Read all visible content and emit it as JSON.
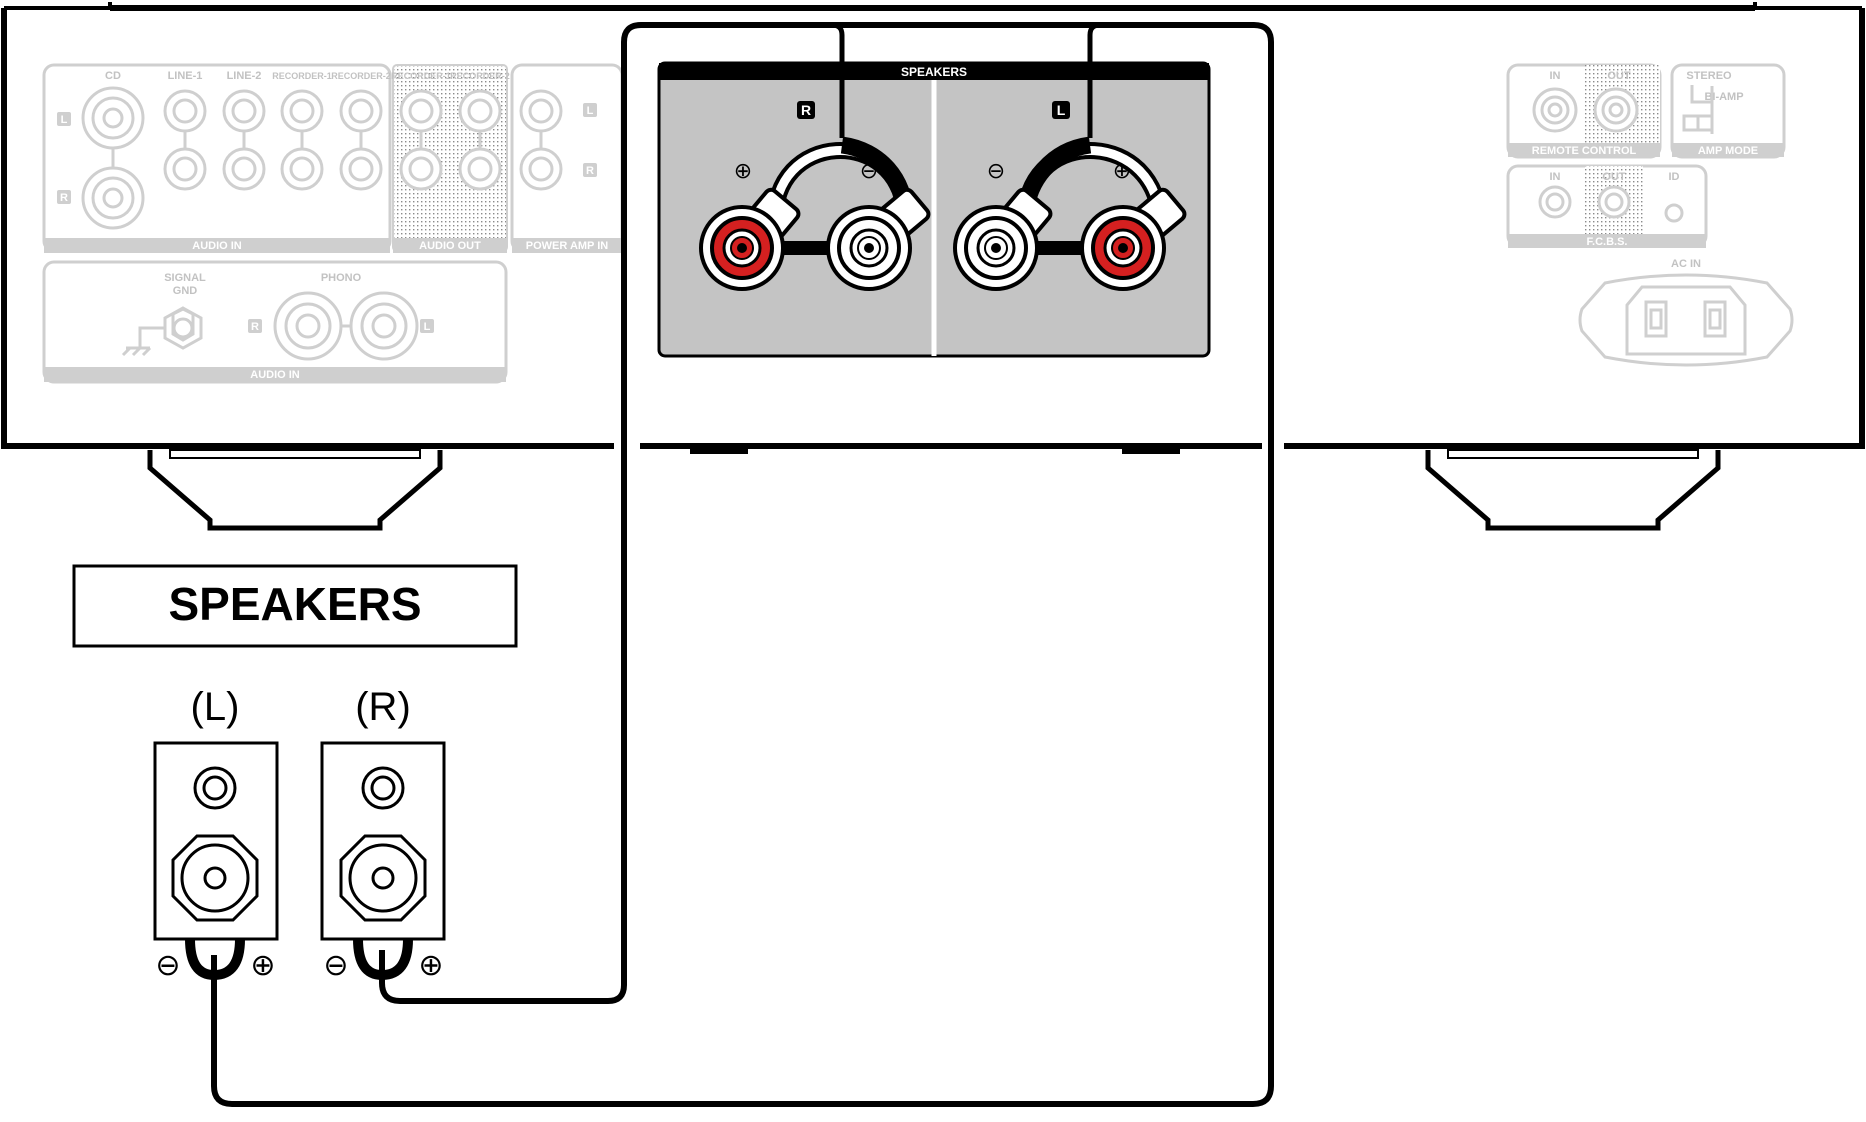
{
  "amp": {
    "left_panel": {
      "audio_in_labels": [
        "CD",
        "LINE-1",
        "LINE-2",
        "RECORDER-1",
        "RECORDER-2"
      ],
      "audio_out_labels": [
        "RECORDER-1",
        "RECORDER-2"
      ],
      "channel_l": "L",
      "channel_r": "R",
      "audio_in_bar": "AUDIO IN",
      "audio_out_bar": "AUDIO OUT",
      "power_amp_in_bar": "POWER AMP IN",
      "signal_gnd": [
        "SIGNAL",
        "GND"
      ],
      "phono": "PHONO",
      "audio_in_bar_2": "AUDIO IN"
    },
    "speakers_panel": {
      "header": "SPEAKERS",
      "badge_r": "R",
      "badge_l": "L",
      "plus": "⊕",
      "minus": "⊖"
    },
    "right_panel": {
      "remote_in": "IN",
      "remote_out": "OUT",
      "remote_bar": "REMOTE CONTROL",
      "stereo": "STEREO",
      "bi_amp": "BI-AMP",
      "amp_mode_bar": "AMP MODE",
      "fcbs_in": "IN",
      "fcbs_out": "OUT",
      "fcbs_id": "ID",
      "fcbs_bar": "F.C.B.S.",
      "ac_in": "AC IN"
    }
  },
  "speakers_box": {
    "title": "SPEAKERS"
  },
  "speakers": {
    "left": {
      "label": "(L)",
      "minus": "⊖",
      "plus": "⊕"
    },
    "right": {
      "label": "(R)",
      "minus": "⊖",
      "plus": "⊕"
    }
  },
  "colors": {
    "outline": "#000000",
    "faint": "#c2c2c2",
    "panel_gray": "#c4c4c4",
    "terminal_red": "#d42020"
  }
}
